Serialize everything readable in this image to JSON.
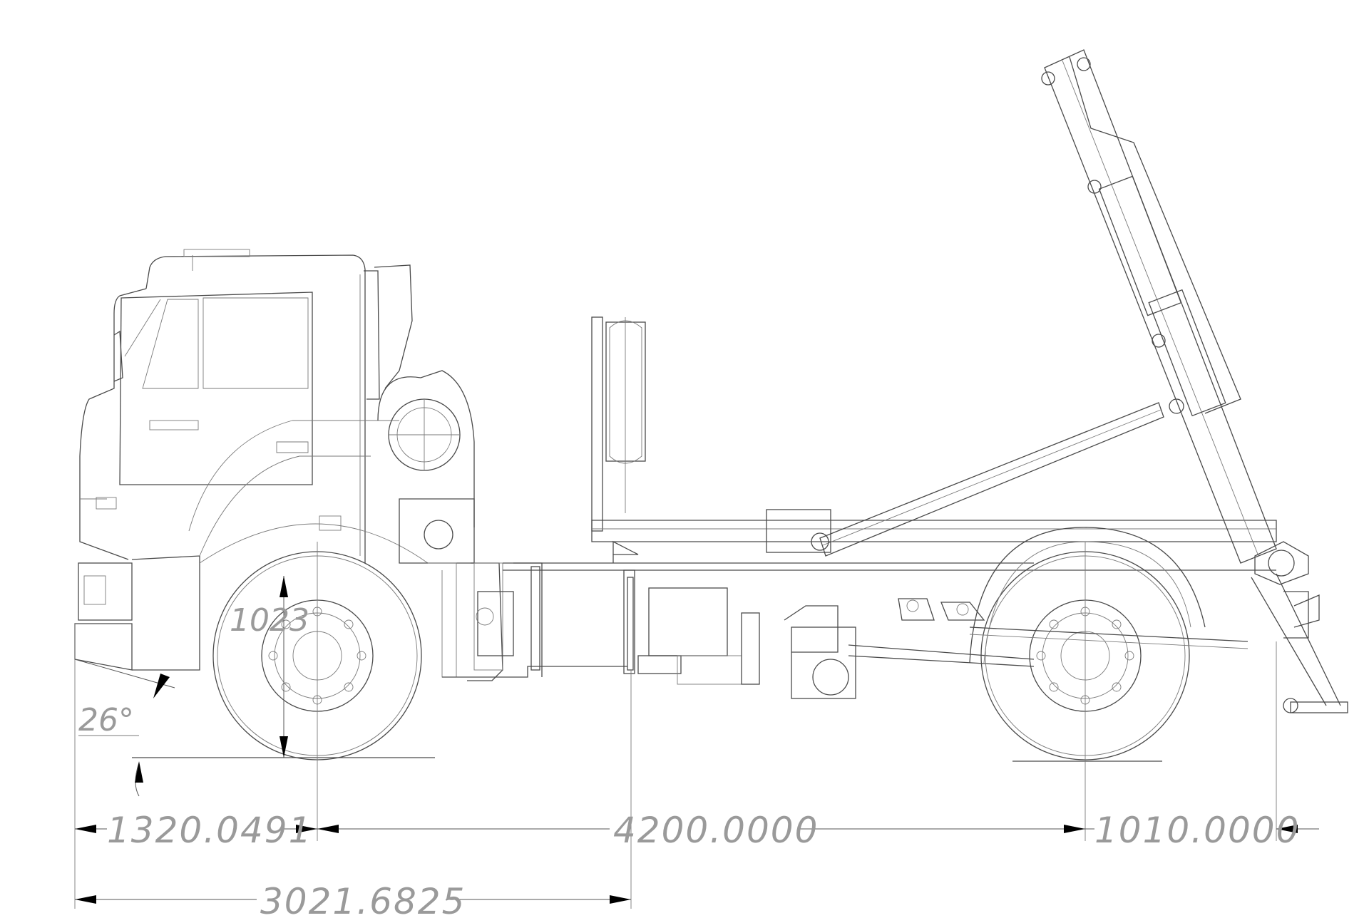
{
  "dimensions": {
    "front_overhang": "1320.0491",
    "wheelbase": "4200.0000",
    "rear_overhang": "1010.0000",
    "front_to_frame": "3021.6825",
    "ground_clearance": "1023",
    "approach_angle": "26°"
  }
}
